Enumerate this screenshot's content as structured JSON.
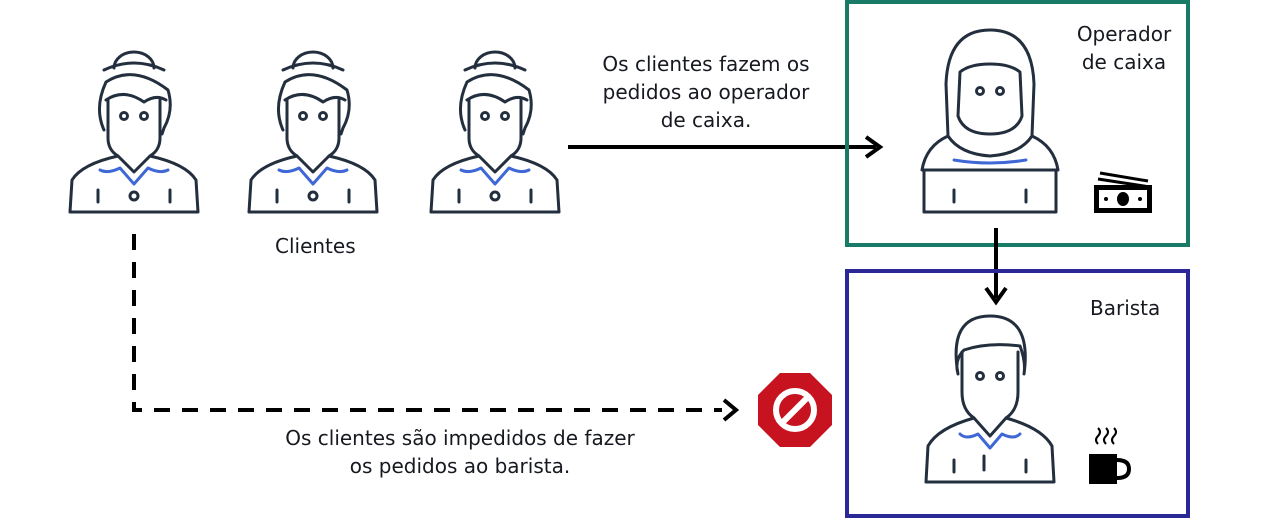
{
  "labels": {
    "clients": "Clientes",
    "arrow_to_cashier_line1": "Os clientes fazem os",
    "arrow_to_cashier_line2": "pedidos ao operador",
    "arrow_to_cashier_line3": "de caixa.",
    "cashier": "Operador\nde caixa",
    "barista": "Barista",
    "blocked_line1": "Os clientes são impedidos de fazer",
    "blocked_line2": "os pedidos ao barista."
  },
  "colors": {
    "cashier_box": "#1a7a68",
    "barista_box": "#2a2796",
    "blocked_sign": "#c7131f",
    "outline": "#232f3e",
    "collar": "#3f68d6"
  },
  "icons": [
    "person-client-icon",
    "person-cashier-icon",
    "person-barista-icon",
    "money-icon",
    "coffee-cup-icon",
    "no-entry-icon"
  ]
}
